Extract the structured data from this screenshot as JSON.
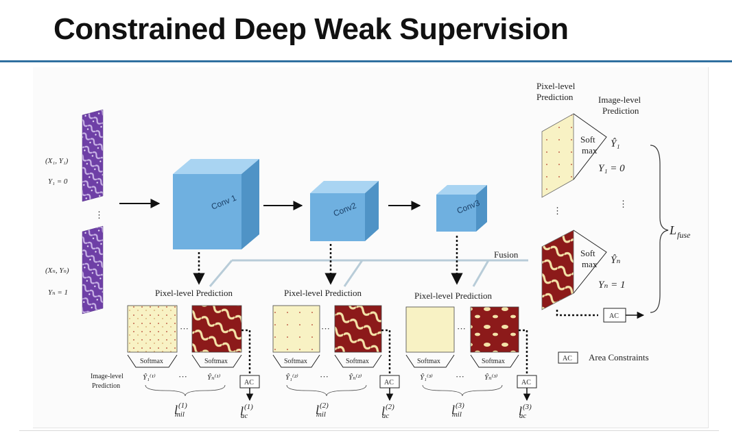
{
  "title": "Constrained Deep Weak Supervision",
  "inputs": [
    {
      "pair": "(X₁, Y₁)",
      "label": "Y₁ = 0"
    },
    {
      "pair": "(Xₙ, Yₙ)",
      "label": "Yₙ = 1"
    }
  ],
  "vdots": "⋮",
  "hdots": "···",
  "conv_layers": [
    "Conv 1",
    "Conv2",
    "Conv3"
  ],
  "fusion_label": "Fusion",
  "pixel_level_prediction": "Pixel-level Prediction",
  "softmax": "Softmax",
  "image_level_prediction_line1": "Image-level",
  "image_level_prediction_line2": "Prediction",
  "stage_outputs": [
    {
      "first": "Ŷ₁⁽¹⁾",
      "last": "Ŷₙ⁽¹⁾",
      "l_mil_base": "l",
      "l_mil_sup": "(1)",
      "l_mil_sub": "mil",
      "l_ac_sup": "(1)",
      "l_ac_sub": "ac"
    },
    {
      "first": "Ŷ₁⁽²⁾",
      "last": "Ŷₙ⁽²⁾",
      "l_mil_base": "l",
      "l_mil_sup": "(2)",
      "l_mil_sub": "mil",
      "l_ac_sup": "(2)",
      "l_ac_sub": "ac"
    },
    {
      "first": "Ŷ₁⁽³⁾",
      "last": "Ŷₙ⁽³⁾",
      "l_mil_base": "l",
      "l_mil_sup": "(3)",
      "l_mil_sub": "mil",
      "l_ac_sup": "(3)",
      "l_ac_sub": "ac"
    }
  ],
  "ac": "AC",
  "area_constraints": "Area Constraints",
  "right_panel": {
    "pixel_level_line1": "Pixel-level",
    "pixel_level_line2": "Prediction",
    "image_level_line1": "Image-level",
    "image_level_line2": "Prediction",
    "soft_line1": "Soft",
    "soft_line2": "max",
    "y1_hat": "Ŷ₁",
    "y1_eq": "Y₁ = 0",
    "yn_hat": "Ŷₙ",
    "yn_eq": "Yₙ = 1",
    "l_fuse_base": "L",
    "l_fuse_sub": "fuse"
  },
  "colors": {
    "accent_rule": "#2f6f9f",
    "conv_front": "#6fb0e0",
    "conv_top": "#a9d4f2",
    "conv_side": "#4f93c6",
    "tissue": "#7a4bb0",
    "pred_bg": "#f8f2c4",
    "pred_red": "#8c1a1a"
  }
}
